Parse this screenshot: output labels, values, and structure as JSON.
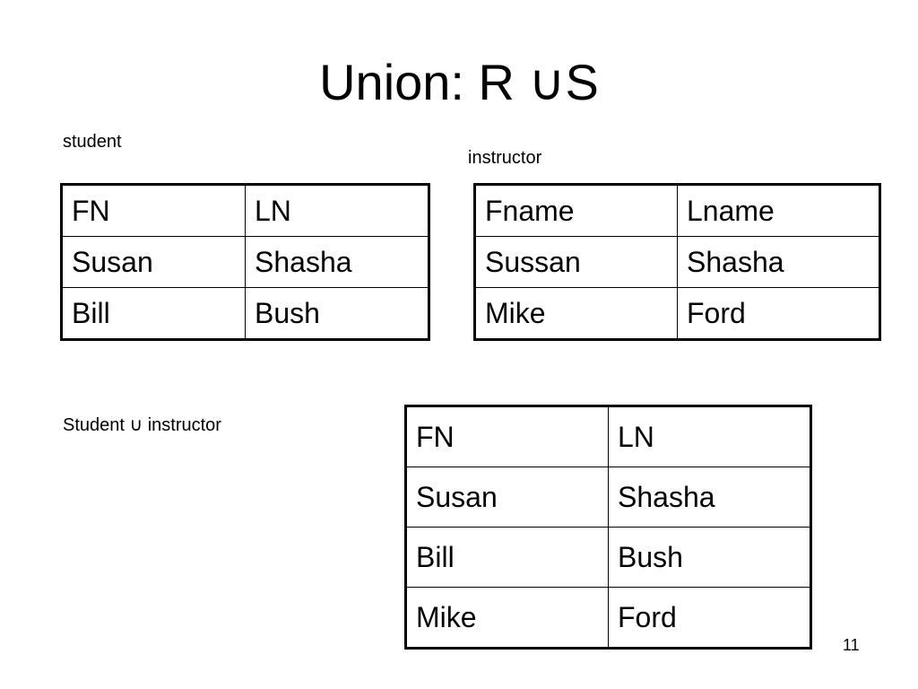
{
  "slide": {
    "title": "Union: R ∪S",
    "page_number": "11"
  },
  "student": {
    "caption": "student",
    "rows": [
      [
        "FN",
        "LN"
      ],
      [
        "Susan",
        "Shasha"
      ],
      [
        "Bill",
        "Bush"
      ]
    ]
  },
  "instructor": {
    "caption": "instructor",
    "rows": [
      [
        "Fname",
        "Lname"
      ],
      [
        "Sussan",
        "Shasha"
      ],
      [
        "Mike",
        "Ford"
      ]
    ]
  },
  "union": {
    "caption": "Student ∪ instructor",
    "rows": [
      [
        "FN",
        "LN"
      ],
      [
        "Susan",
        "Shasha"
      ],
      [
        "Bill",
        "Bush"
      ],
      [
        "Mike",
        "Ford"
      ]
    ]
  }
}
